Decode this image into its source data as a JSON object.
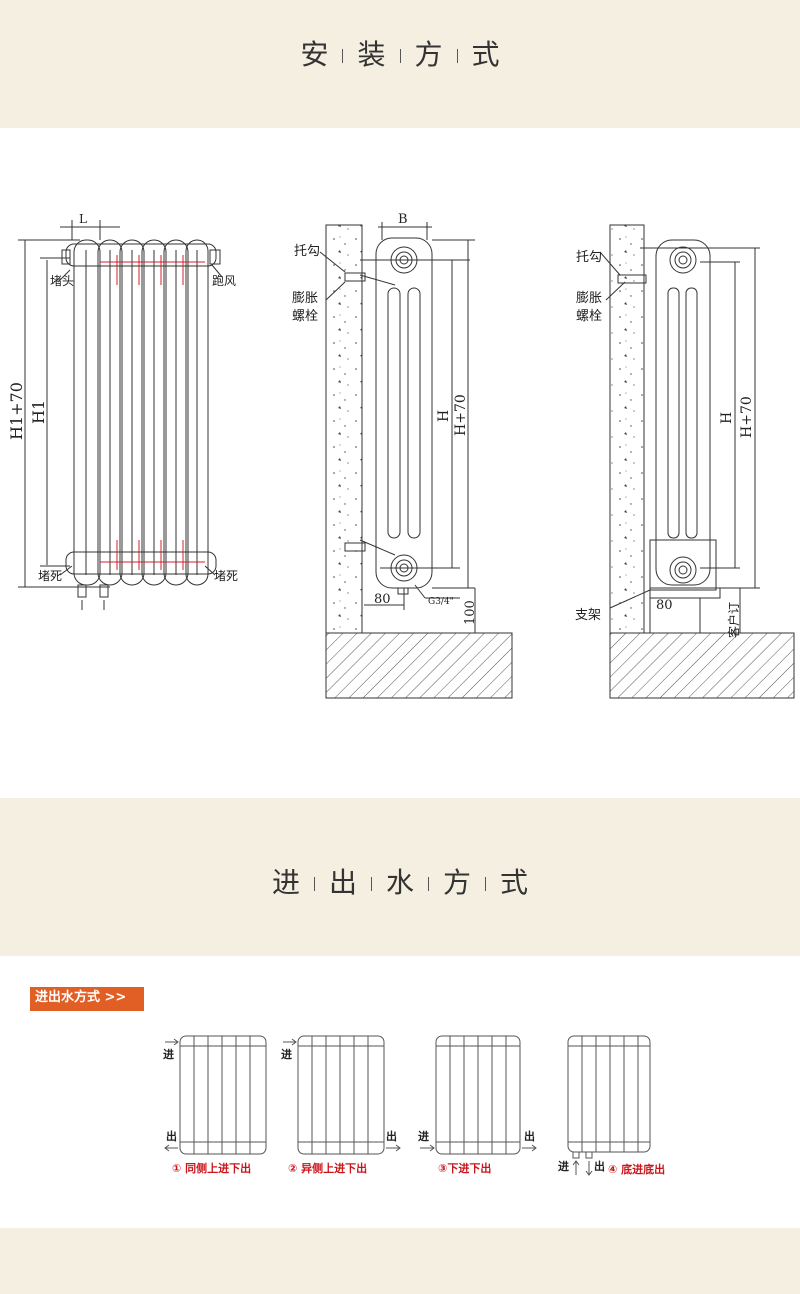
{
  "section1": {
    "title_chars": [
      "安",
      "装",
      "方",
      "式"
    ]
  },
  "section2": {
    "title_chars": [
      "进",
      "出",
      "水",
      "方",
      "式"
    ]
  },
  "tag": {
    "label": "进出水方式 >>"
  },
  "drawing1": {
    "dim_top": "L",
    "label_h1_70": "H1+70",
    "label_h1": "H1",
    "plug_top": "堵头",
    "vent": "跑风",
    "plug_bottom_left": "堵死",
    "plug_bottom_right": "堵死"
  },
  "drawing2": {
    "dim_top": "B",
    "hook": "托勾",
    "bolt1": "膨胀",
    "bolt2": "螺栓",
    "label_h": "H",
    "label_h70": "H+70",
    "dim80": "80",
    "dim100": "100",
    "thread": "G3/4\""
  },
  "drawing3": {
    "hook": "托勾",
    "bolt1": "膨胀",
    "bolt2": "螺栓",
    "label_h": "H",
    "label_h70": "H+70",
    "dim80": "80",
    "bracket": "支架",
    "custom": "客户订"
  },
  "flow": {
    "in": "进",
    "out": "出",
    "captions": [
      "① 同侧上进下出",
      "② 异侧上进下出",
      "③下进下出",
      "④ 底进底出"
    ]
  },
  "colors": {
    "band": "#f4efe1",
    "accent": "#e15e24",
    "caption": "#c8161d"
  }
}
